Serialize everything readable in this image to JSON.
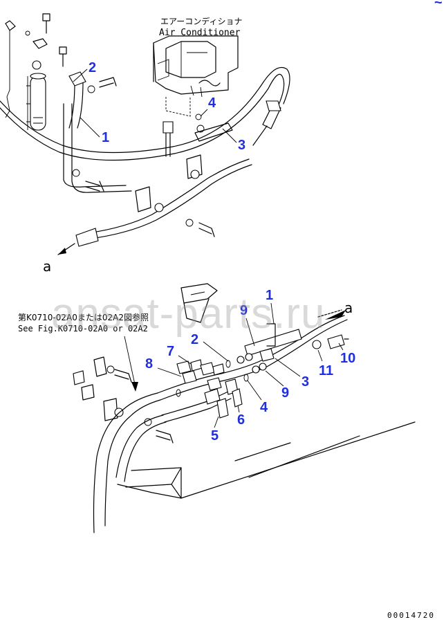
{
  "labels": {
    "ac_jp": "エアーコンディショナ",
    "ac_en": "Air Conditioner",
    "view_a_top": "a",
    "view_a_bottom": "a",
    "ref_jp": "第K0710-02A0または02A2図参照",
    "ref_en": "See Fig.K0710-02A0 or 02A2",
    "doc_number": "00014720",
    "corner_mark": "~"
  },
  "watermark": "ansat-parts.ru",
  "callouts": {
    "top": [
      "2",
      "1",
      "4",
      "3"
    ],
    "bottom": [
      "1",
      "9",
      "2",
      "7",
      "8",
      "11",
      "10",
      "3",
      "9",
      "4",
      "6",
      "5"
    ]
  },
  "colors": {
    "callout": "#1f2ee0",
    "line": "#000000",
    "watermark": "#9a9a9a"
  }
}
